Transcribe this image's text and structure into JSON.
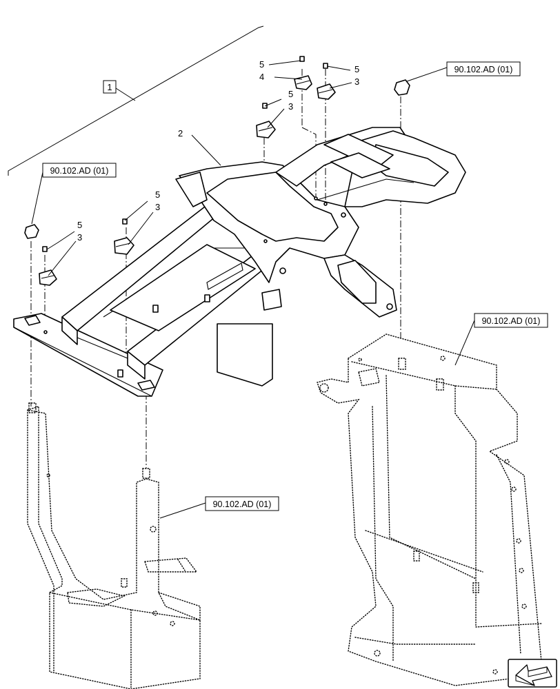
{
  "assembly_label": "1",
  "callouts": {
    "item_2": "2",
    "item_3": "3",
    "item_4": "4",
    "item_5": "5"
  },
  "references": {
    "ref_top_right": "90.102.AD (01)",
    "ref_left": "90.102.AD (01)",
    "ref_right_frame": "90.102.AD (01)",
    "ref_left_frame": "90.102.AD (01)"
  },
  "icons": {
    "nav_arrow": "direction-arrow-icon"
  }
}
